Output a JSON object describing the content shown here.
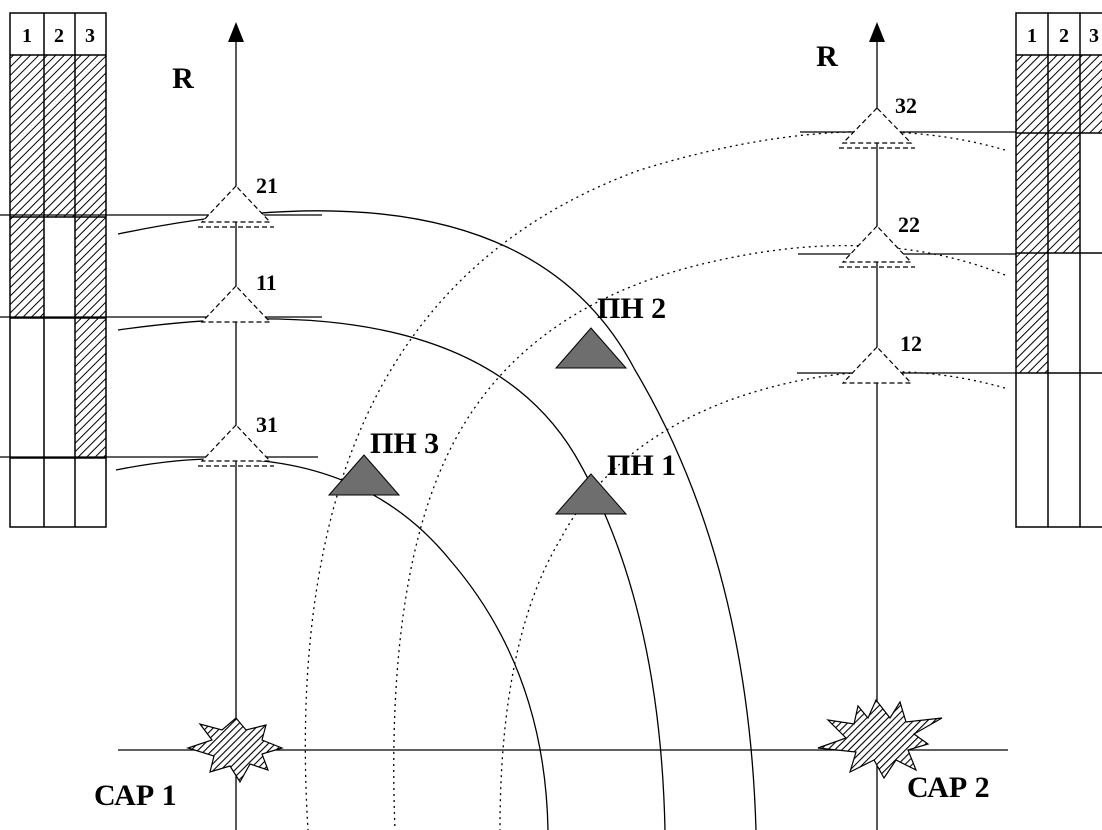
{
  "axes": {
    "left_axis_label": "R",
    "right_axis_label": "R"
  },
  "stations": {
    "station_1": "САР 1",
    "station_2": "САР 2"
  },
  "points": {
    "point_1": "ПН 1",
    "point_2": "ПН 2",
    "point_3": "ПН 3"
  },
  "left_markers": {
    "m21": "21",
    "m11": "11",
    "m31": "31"
  },
  "right_markers": {
    "m32": "32",
    "m22": "22",
    "m12": "12"
  },
  "left_table": {
    "headers": [
      "1",
      "2",
      "3"
    ]
  },
  "right_table": {
    "headers": [
      "1",
      "2",
      "3"
    ]
  },
  "colors": {
    "line": "#000000",
    "point_fill": "#6e6e6e"
  }
}
